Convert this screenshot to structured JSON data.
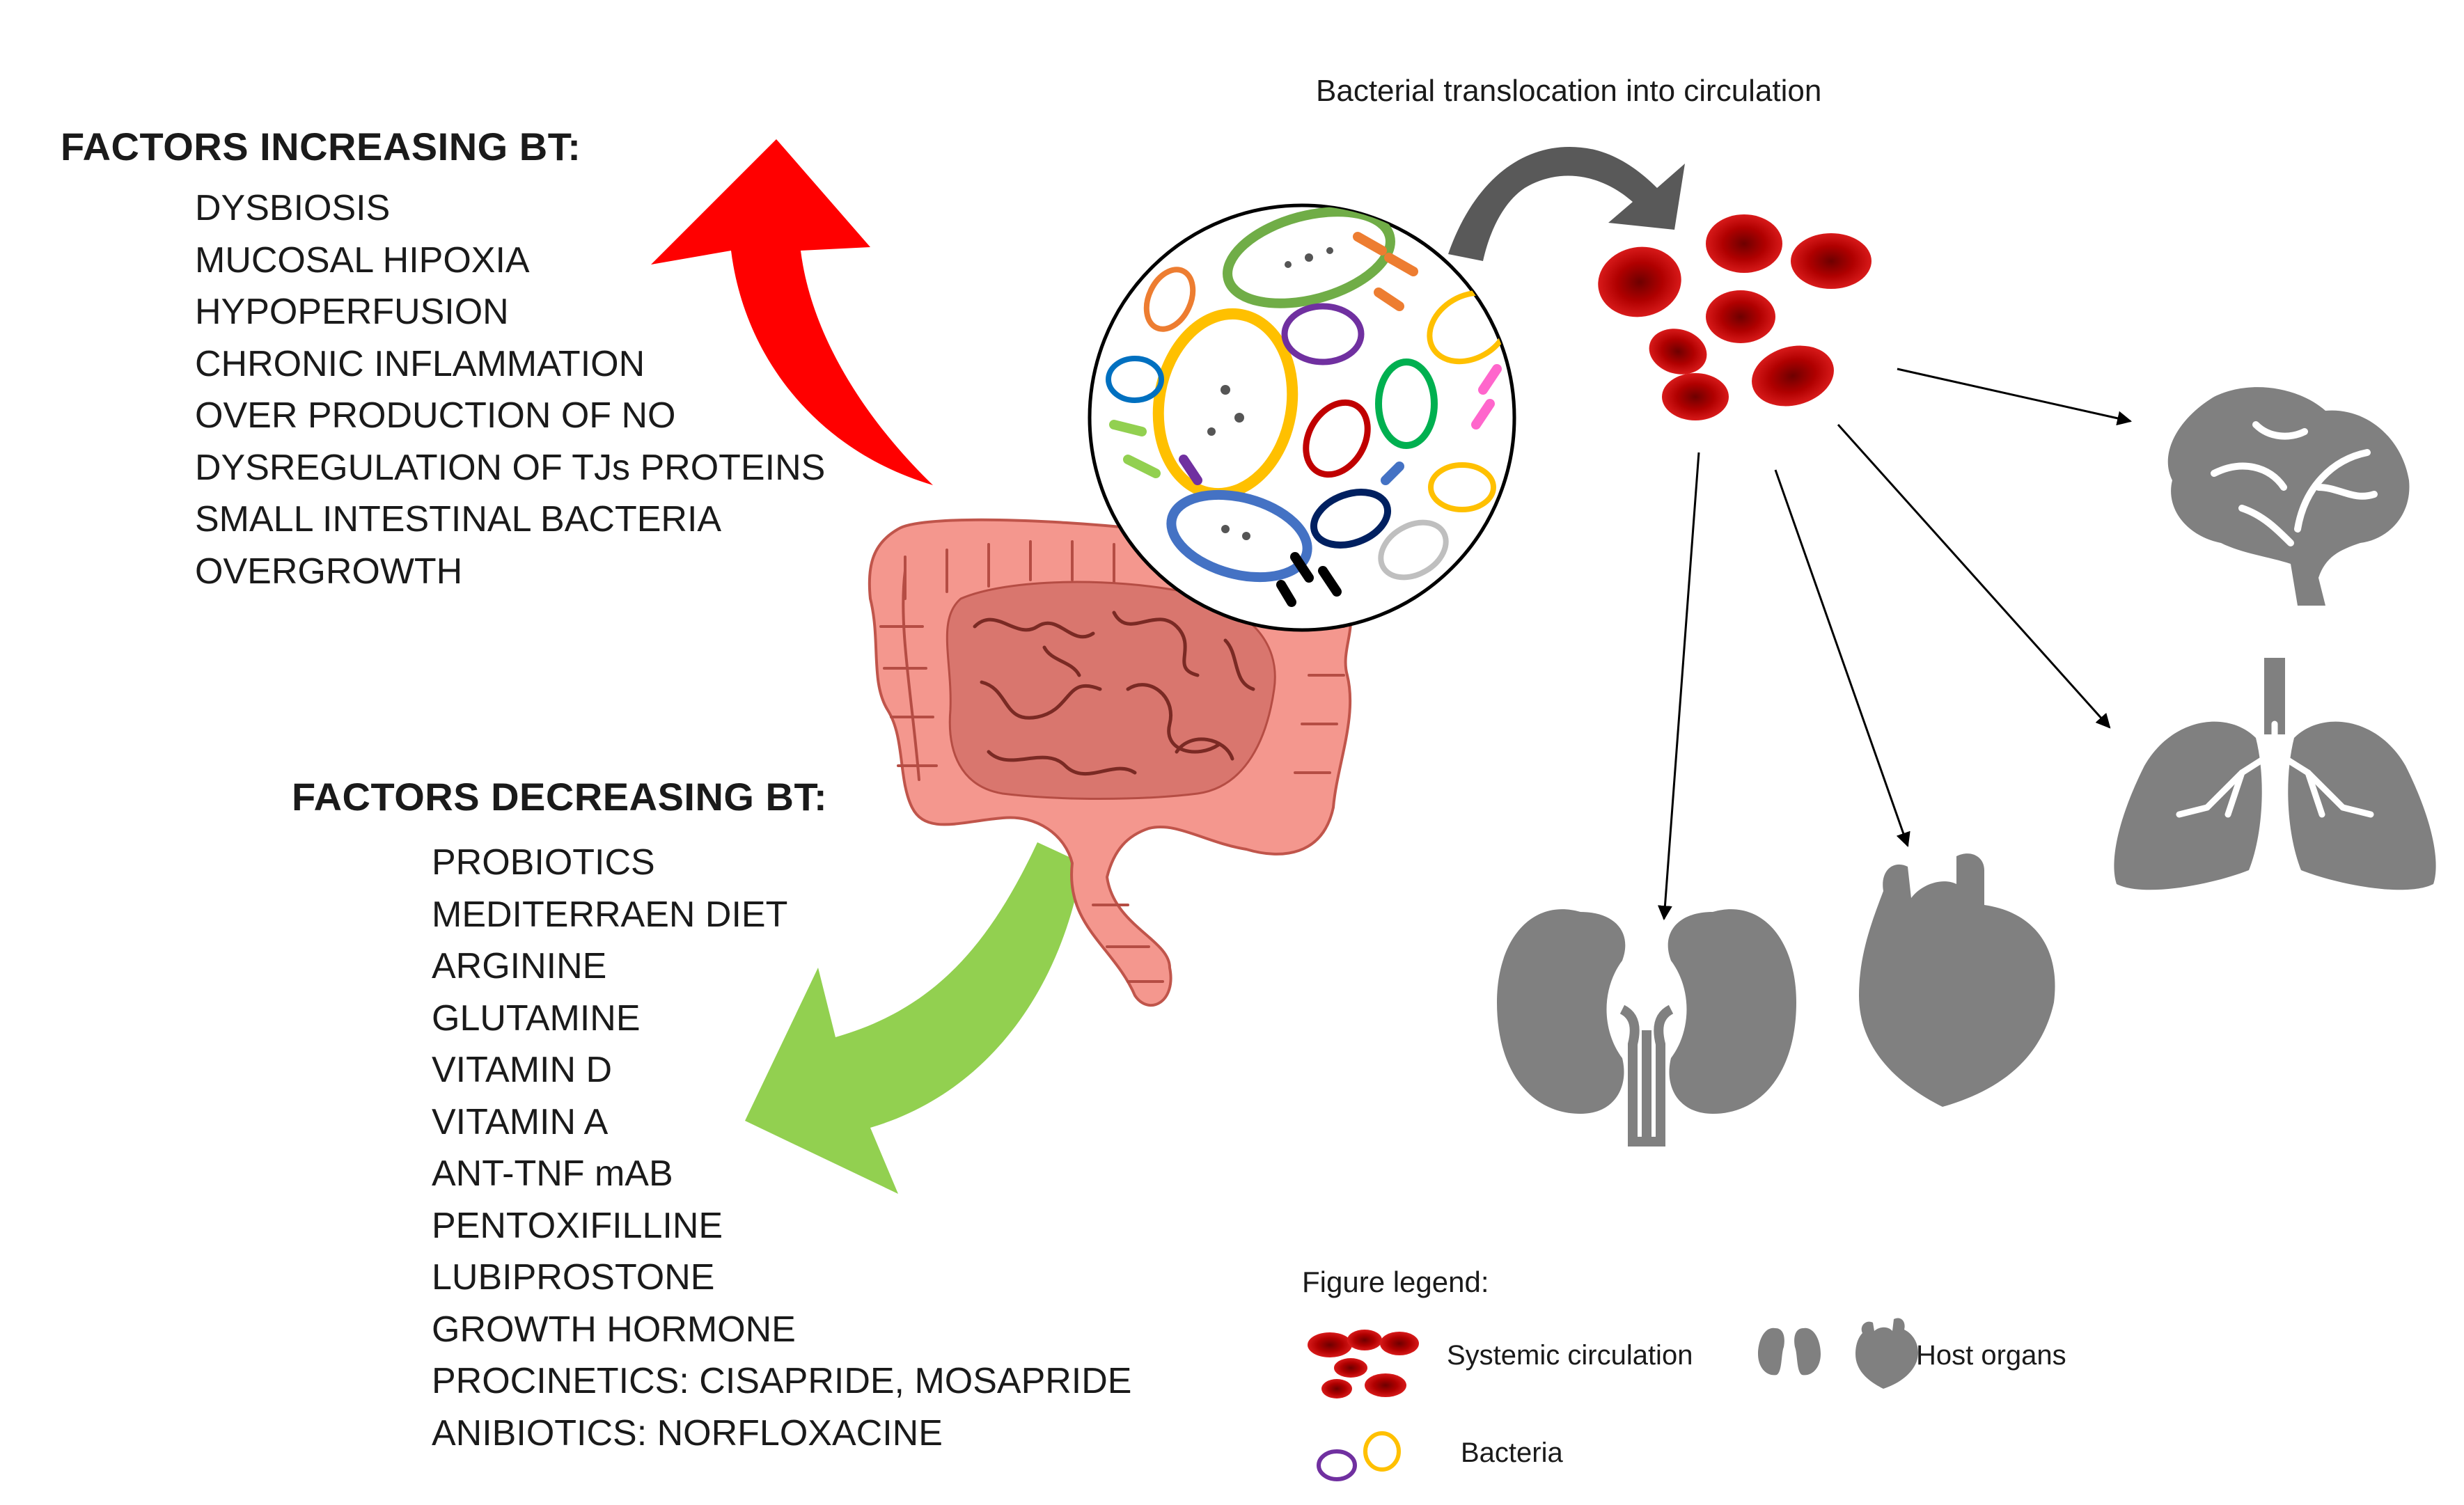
{
  "increasing": {
    "heading": "FACTORS INCREASING BT:",
    "items": [
      "DYSBIOSIS",
      "MUCOSAL HIPOXIA",
      "HYPOPERFUSION",
      "CHRONIC INFLAMMATION",
      "OVER PRODUCTION OF NO",
      "DYSREGULATION OF TJs PROTEINS",
      "SMALL INTESTINAL BACTERIA",
      "OVERGROWTH"
    ]
  },
  "decreasing": {
    "heading": "FACTORS DECREASING BT:",
    "items": [
      "PROBIOTICS",
      "MEDITERRAEN DIET",
      "ARGININE",
      "GLUTAMINE",
      "VITAMIN D",
      "VITAMIN A",
      "ANT-TNF mAB",
      "PENTOXIFILLINE",
      "LUBIPROSTONE",
      "GROWTH HORMONE",
      "PROCINETICS: CISAPRIDE, MOSAPRIDE",
      "ANIBIOTICS: NORFLOXACINE"
    ]
  },
  "translocation_caption": "Bacterial translocation into circulation",
  "legend": {
    "title": "Figure legend:",
    "systemic_circulation": "Systemic circulation",
    "host_organs": "Host organs",
    "bacteria": "Bacteria"
  },
  "colors": {
    "increase_arrow": "#ff0000",
    "decrease_arrow": "#92d050",
    "translocation_arrow": "#595959",
    "blood_cell": "#c00000",
    "organ": "#7f7f7f",
    "intestine": "#f4978e",
    "small_intestine": "#d9766e"
  },
  "icons": [
    "red-arrow-up-icon",
    "green-arrow-down-icon",
    "gray-curved-arrow-icon",
    "intestine-icon",
    "bacteria-circle-icon",
    "red-blood-cell-icon",
    "brain-icon",
    "lungs-icon",
    "heart-icon",
    "kidneys-icon"
  ]
}
